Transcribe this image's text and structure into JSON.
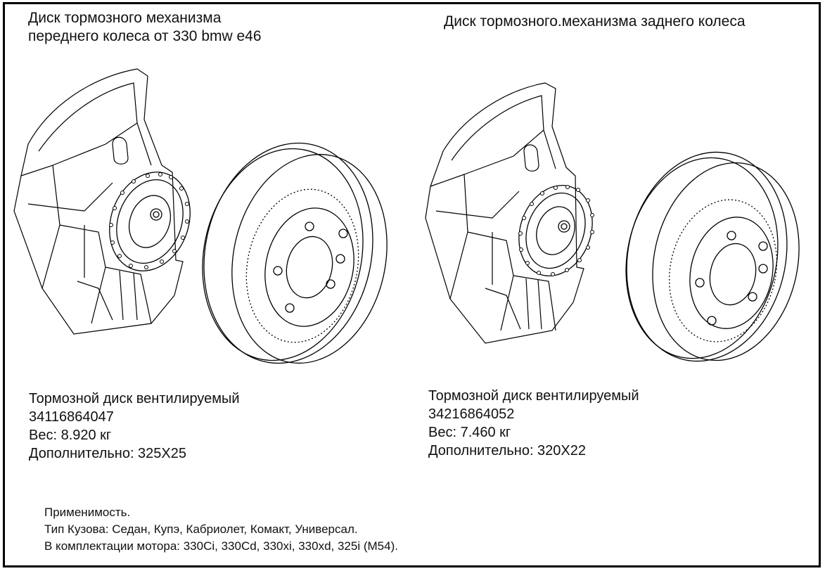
{
  "front": {
    "title_line1": "Диск тормозного механизма",
    "title_line2": "переднего колеса от 330 bmw e46",
    "spec": {
      "name": "Тормозной диск вентилируемый",
      "part_number": "34116864047",
      "weight": "Вес: 8.920 кг",
      "extra": "Дополнительно: 325X25"
    }
  },
  "rear": {
    "title": "Диск тормозного.механизма заднего колеса",
    "spec": {
      "name": "Тормозной диск вентилируемый",
      "part_number": "34216864052",
      "weight": "Вес: 7.460 кг",
      "extra": "Дополнительно: 320X22"
    }
  },
  "applicability": {
    "heading": "Применимость.",
    "body_types": "Тип Кузова: Седан, Купэ, Кабриолет, Комакт, Универсал.",
    "engines": "В комплектации мотора: 330Ci, 330Cd, 330xi, 330xd, 325i (M54)."
  },
  "colors": {
    "line": "#000000",
    "background": "#ffffff"
  }
}
